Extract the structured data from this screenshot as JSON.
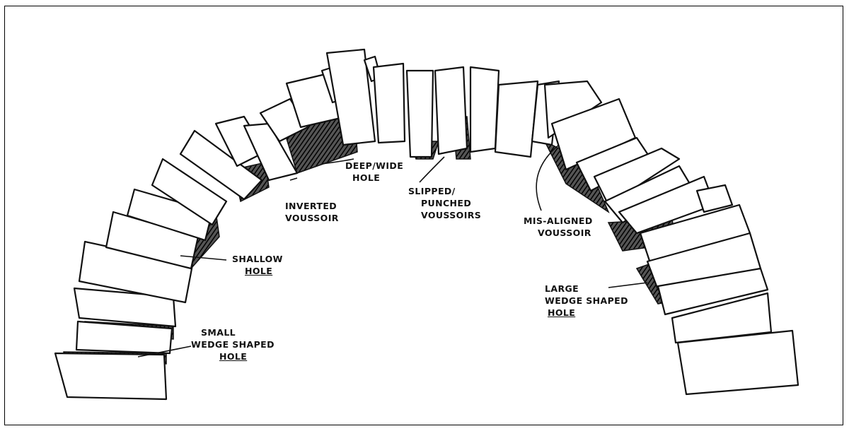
{
  "labels": {
    "deep_hole": [
      "DEEP/WIDE",
      "HOLE"
    ],
    "inverted": [
      "INVERTED",
      "VOUSSOIR"
    ],
    "slipped": [
      "SLIPPED/",
      "PUNCHED",
      "VOUSSOIRS"
    ],
    "misaligned": [
      "MIS-ALIGNED",
      "VOUSSOIR"
    ],
    "shallow": [
      "SHALLOW",
      "HOLE"
    ],
    "large_wedge": [
      "LARGE",
      "WEDGE SHAPED",
      "HOLE"
    ],
    "small_wedge": [
      "SMALL",
      "WEDGE SHAPED",
      "HOLE"
    ]
  }
}
